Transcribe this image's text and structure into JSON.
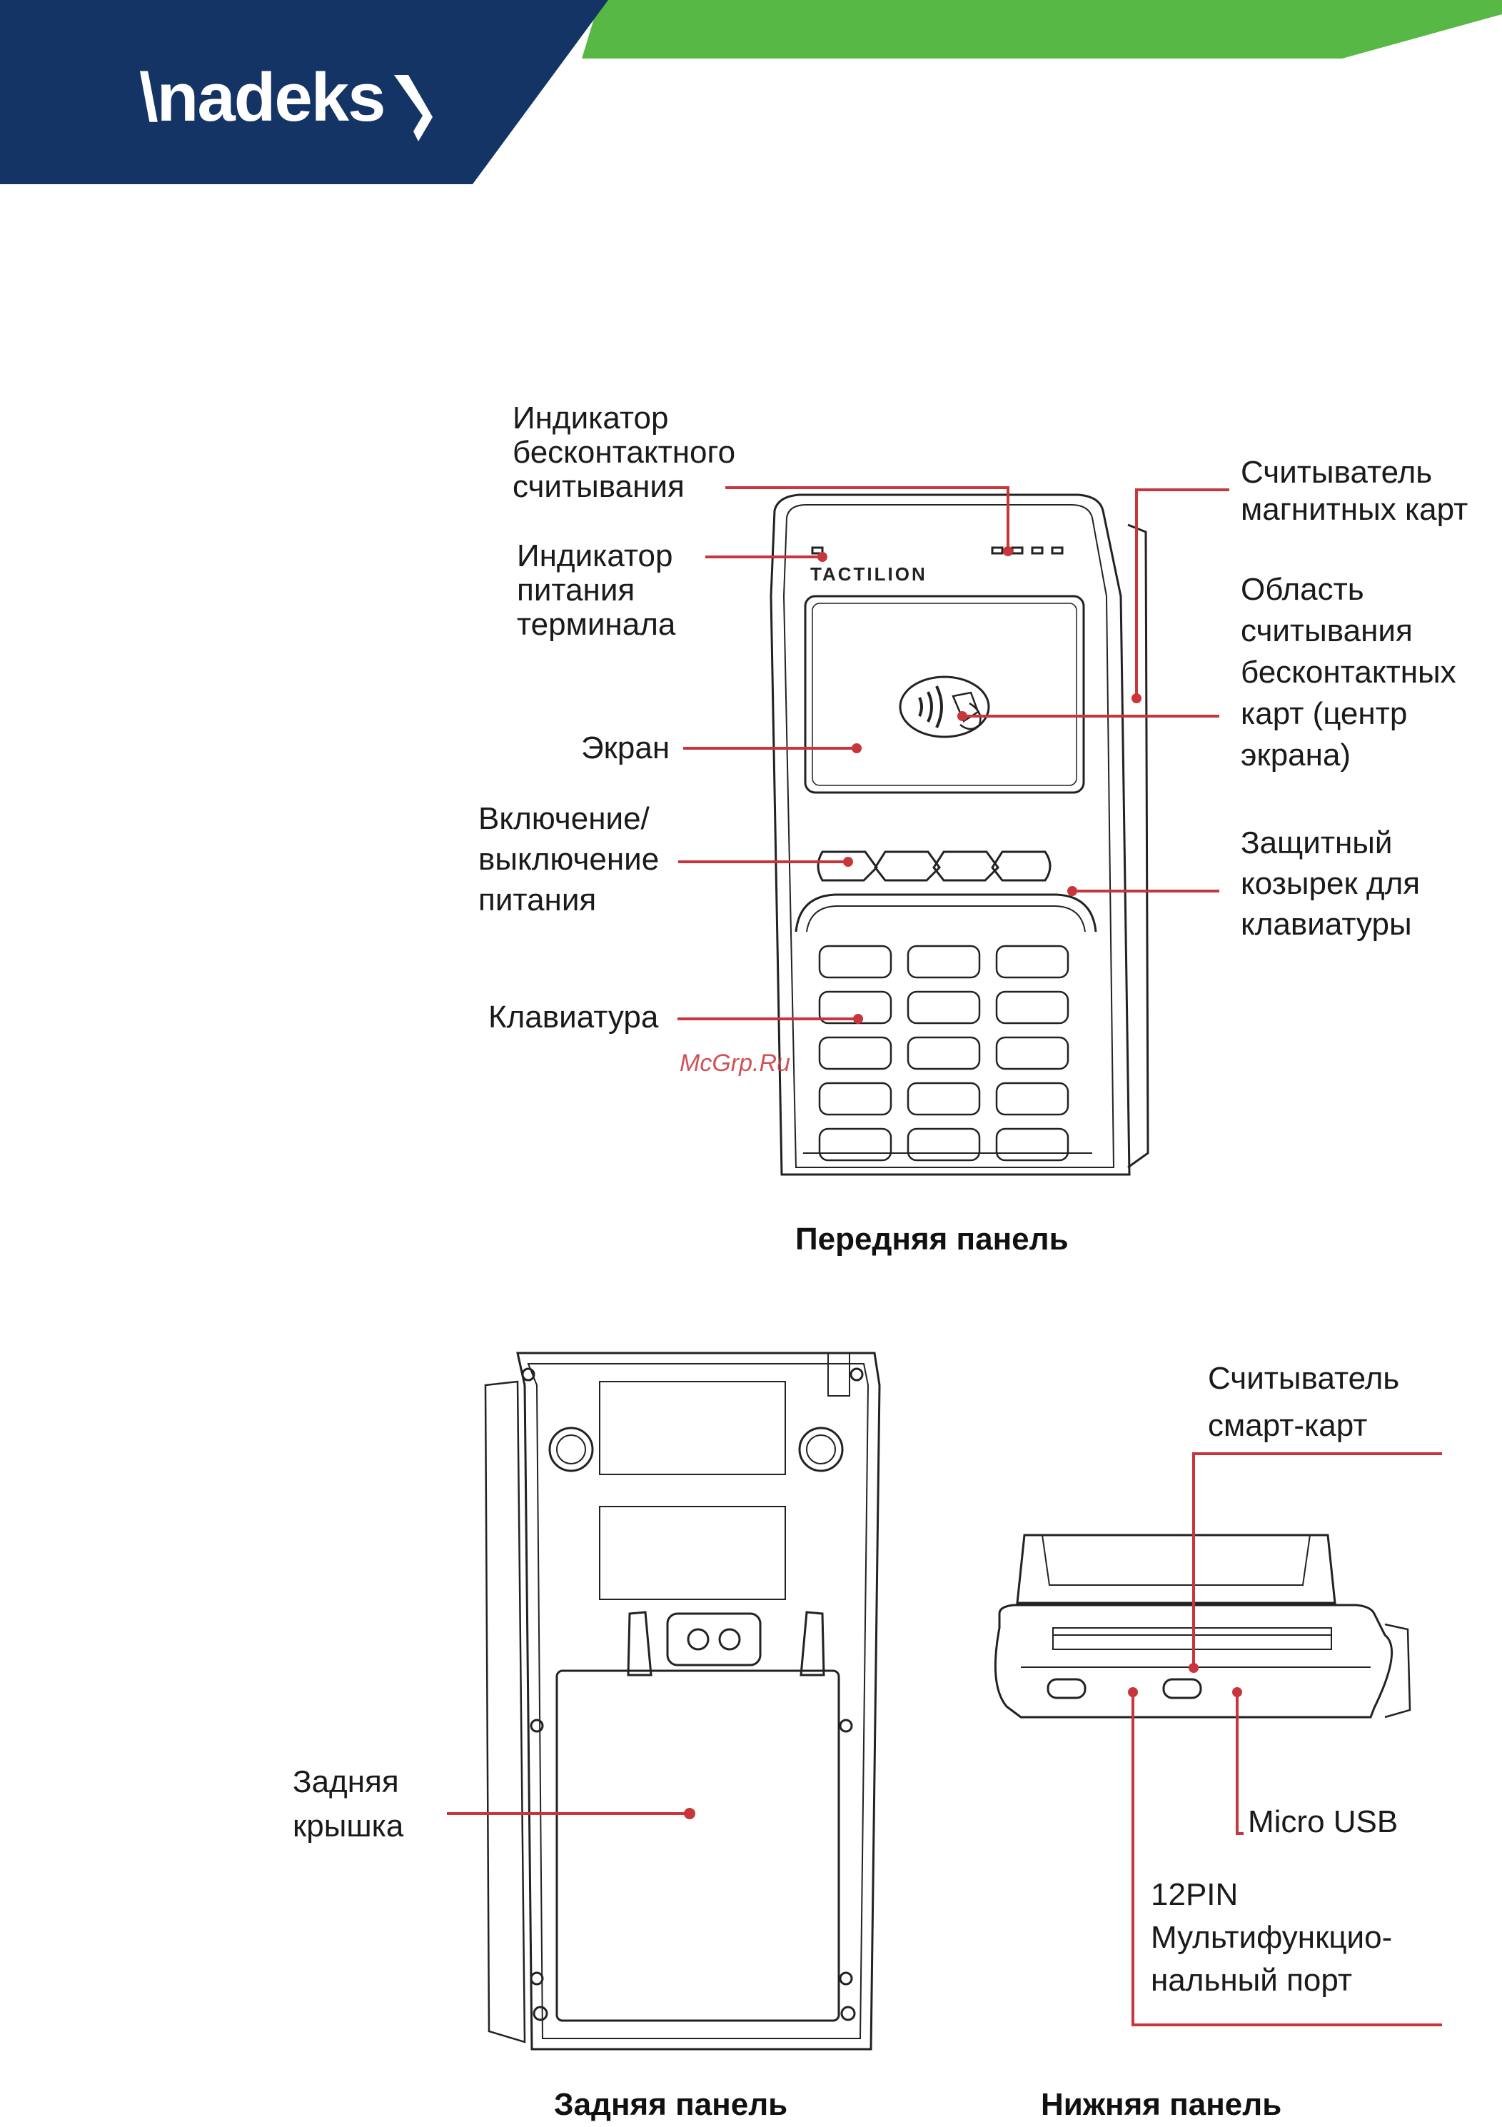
{
  "header": {
    "logo_text": "\\nadeks",
    "colors": {
      "navy": "#143466",
      "green": "#57b845",
      "accent_line": "#c8353b"
    }
  },
  "watermark": "McGrp.Ru",
  "front": {
    "device_brand": "TACTILION",
    "caption": "Передняя панель",
    "labels": {
      "contactless_indicator": "Индикатор\nбесконтактного\nсчитывания",
      "power_indicator": "Индикатор\nпитания\nтерминала",
      "screen": "Экран",
      "power_button": "Включение/\nвыключение\nпитания",
      "keypad": "Клавиатура",
      "magstripe_reader": "Считыватель\nмагнитных карт",
      "contactless_area": "Область\nсчитывания\nбесконтактных\nкарт (центр\nэкрана)",
      "keypad_shield": "Защитный\nкозырек для\nклавиатуры"
    }
  },
  "back": {
    "caption": "Задняя панель",
    "labels": {
      "back_cover": "Задняя\nкрышка"
    }
  },
  "bottom": {
    "caption": "Нижняя панель",
    "labels": {
      "smartcard_reader": "Считыватель\nсмарт-карт",
      "micro_usb": "Micro USB",
      "multi_port": "12PIN\nМультифункцио-\nнальный порт"
    }
  }
}
